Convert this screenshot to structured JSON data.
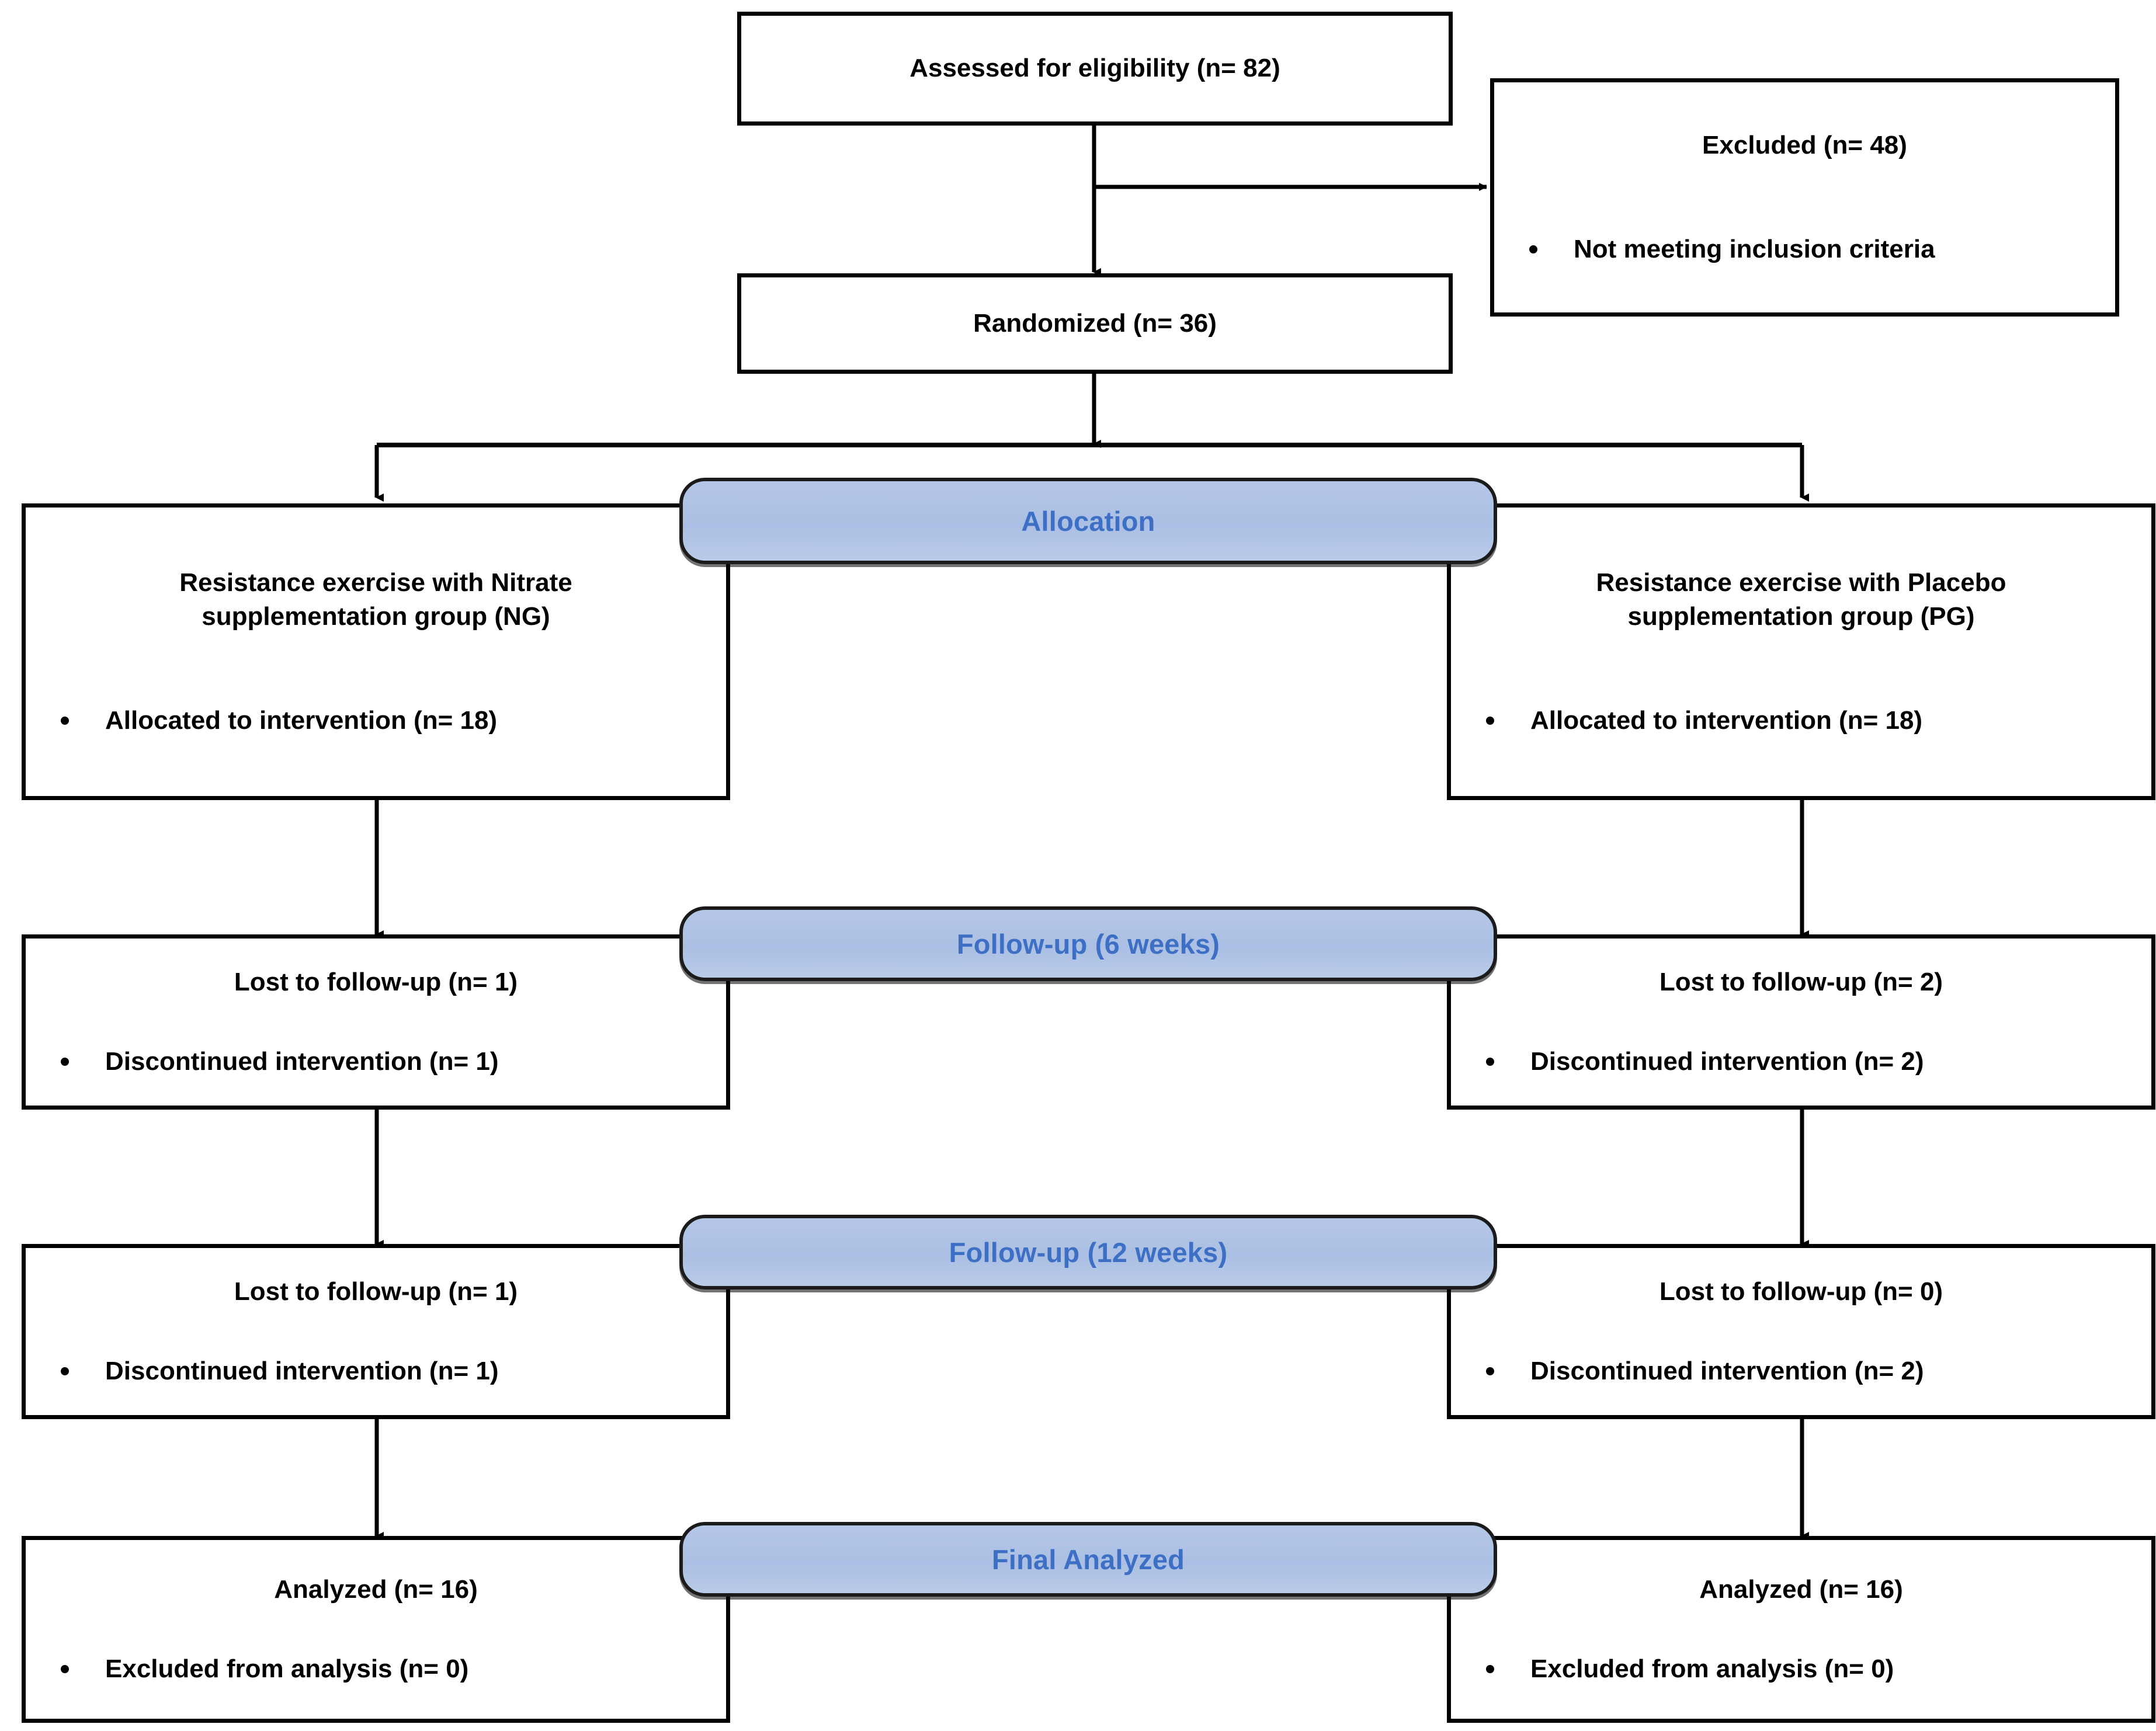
{
  "diagram": {
    "type": "consort-flow-diagram",
    "accent_color": "#3d6fc4",
    "banner_fill": "#b0c4e6",
    "box_border_color": "#000000",
    "background": "#ffffff"
  },
  "enrollment": {
    "assessed": {
      "title": "Assessed for eligibility (n= 82)"
    },
    "excluded": {
      "title": "Excluded (n= 48)",
      "bullets": [
        "Not meeting inclusion criteria"
      ]
    },
    "randomized": {
      "title": "Randomized (n= 36)"
    }
  },
  "stages": {
    "allocation": "Allocation",
    "followup6": "Follow-up (6 weeks)",
    "followup12": "Follow-up (12 weeks)",
    "final": "Final Analyzed"
  },
  "arms": {
    "left": {
      "allocation": {
        "title": "Resistance exercise with Nitrate\nsupplementation group (NG)",
        "bullets": [
          "Allocated to intervention (n= 18)"
        ]
      },
      "followup6": {
        "title": "Lost to follow-up (n= 1)",
        "bullets": [
          "Discontinued intervention (n= 1)"
        ]
      },
      "followup12": {
        "title": "Lost to follow-up (n= 1)",
        "bullets": [
          "Discontinued intervention (n= 1)"
        ]
      },
      "analysis": {
        "title": "Analyzed (n= 16)",
        "bullets": [
          "Excluded from analysis (n= 0)"
        ]
      }
    },
    "right": {
      "allocation": {
        "title": "Resistance exercise with Placebo\nsupplementation group (PG)",
        "bullets": [
          "Allocated to intervention (n= 18)"
        ]
      },
      "followup6": {
        "title": "Lost to follow-up (n= 2)",
        "bullets": [
          "Discontinued intervention (n= 2)"
        ]
      },
      "followup12": {
        "title": "Lost to follow-up (n= 0)",
        "bullets": [
          "Discontinued intervention (n= 2)"
        ]
      },
      "analysis": {
        "title": "Analyzed (n= 16)",
        "bullets": [
          "Excluded from analysis (n= 0)"
        ]
      }
    }
  }
}
